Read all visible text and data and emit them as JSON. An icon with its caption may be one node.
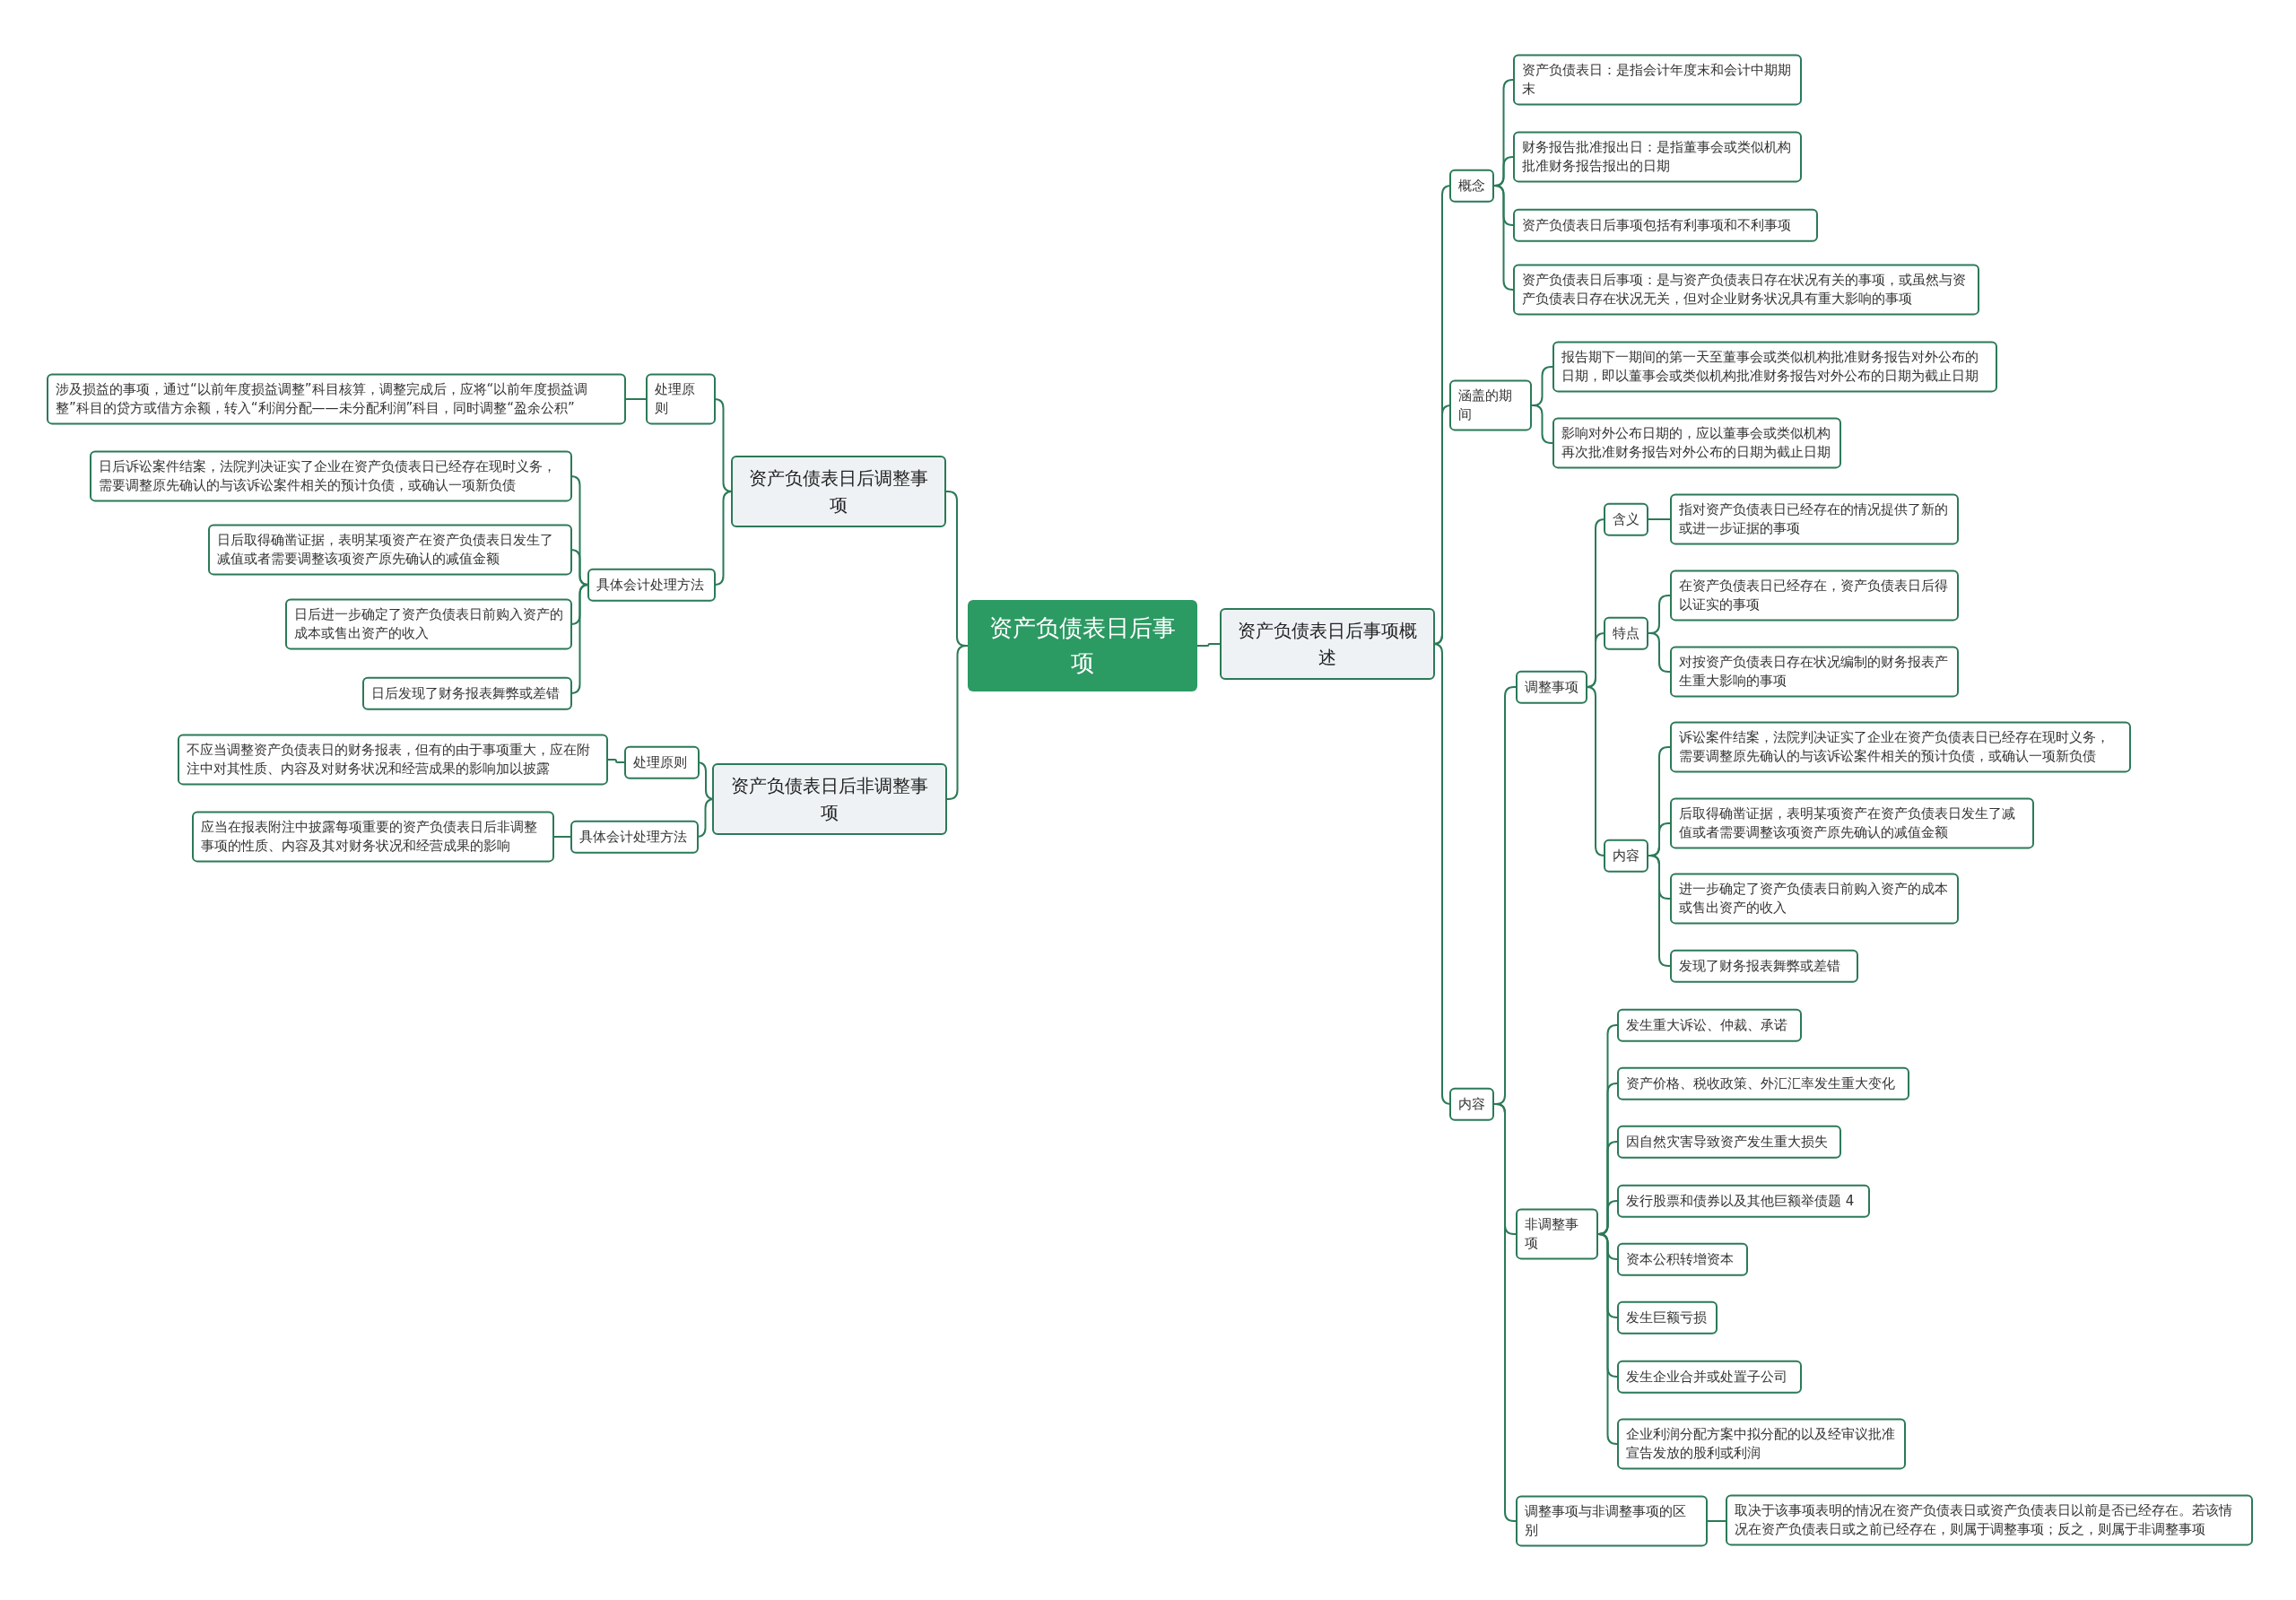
{
  "diagram": {
    "nodes": [
      {
        "text": [
          "资产负债表日后事项"
        ]
      },
      {
        "text": [
          "资产负债表日后调整事项"
        ]
      },
      {
        "text": [
          "处理原则"
        ]
      },
      {
        "text": [
          "涉及损益的事项，通过“以前年度损益调整”科目核算，调整完成后，应将“以前年度损益调整”科目的贷方或借方余额，转入“利润分配——未分配利润”科目，同时调整“盈余公积”"
        ]
      },
      {
        "text": [
          "具体会计处理方法"
        ]
      },
      {
        "text": [
          "日后诉讼案件结案，法院判决证实了企业在资产负债表日已经存在现时义务，需要调整原先确认的与该诉讼案件相关的预计负债，或确认一项新负债"
        ]
      },
      {
        "text": [
          "日后取得确凿证据，表明某项资产在资产负债表日发生了减值或者需要调整该项资产原先确认的减值金额"
        ]
      },
      {
        "text": [
          "日后进一步确定了资产负债表日前购入资产的成本或售出资产的收入"
        ]
      },
      {
        "text": [
          "日后发现了财务报表舞弊或差错"
        ]
      },
      {
        "text": [
          "资产负债表日后非调整事项"
        ]
      },
      {
        "text": [
          "处理原则"
        ]
      },
      {
        "text": [
          "不应当调整资产负债表日的财务报表，但有的由于事项重大，应在附注中对其性质、内容及对财务状况和经营成果的影响加以披露"
        ]
      },
      {
        "text": [
          "具体会计处理方法"
        ]
      },
      {
        "text": [
          "应当在报表附注中披露每项重要的资产负债表日后非调整事项的性质、内容及其对财务状况和经营成果的影响"
        ]
      },
      {
        "text": [
          "资产负债表日后事项概述"
        ]
      },
      {
        "text": [
          "概念"
        ]
      },
      {
        "text": [
          "资产负债表日：是指会计年度末和会计中期期末"
        ]
      },
      {
        "text": [
          "财务报告批准报出日：是指董事会或类似机构批准财务报告报出的日期"
        ]
      },
      {
        "text": [
          "资产负债表日后事项包括有利事项和不利事项"
        ]
      },
      {
        "text": [
          "资产负债表日后事项：是与资产负债表日存在状况有关的事项，或虽然与资产负债表日存在状况无关，但对企业财务状况具有重大影响的事项"
        ]
      },
      {
        "text": [
          "涵盖的期间"
        ]
      },
      {
        "text": [
          "报告期下一期间的第一天至董事会或类似机构批准财务报告对外公布的日期，即以董事会或类似机构批准财务报告对外公布的日期为截止日期"
        ]
      },
      {
        "text": [
          "影响对外公布日期的，应以董事会或类似机构再次批准财务报告对外公布的日期为截止日期"
        ]
      },
      {
        "text": [
          "内容"
        ]
      },
      {
        "text": [
          "调整事项"
        ]
      },
      {
        "text": [
          "含义"
        ]
      },
      {
        "text": [
          "指对资产负债表日已经存在的情况提供了新的或进一步证据的事项"
        ]
      },
      {
        "text": [
          "特点"
        ]
      },
      {
        "text": [
          "在资产负债表日已经存在，资产负债表日后得以证实的事项"
        ]
      },
      {
        "text": [
          "对按资产负债表日存在状况编制的财务报表产生重大影响的事项"
        ]
      },
      {
        "text": [
          "内容"
        ]
      },
      {
        "text": [
          "诉讼案件结案，法院判决证实了企业在资产负债表日已经存在现时义务，需要调整原先确认的与该诉讼案件相关的预计负债，或确认一项新负债"
        ]
      },
      {
        "text": [
          "后取得确凿证据，表明某项资产在资产负债表日发生了减值或者需要调整该项资产原先确认的减值金额"
        ]
      },
      {
        "text": [
          "进一步确定了资产负债表日前购入资产的成本或售出资产的收入"
        ]
      },
      {
        "text": [
          "发现了财务报表舞弊或差错"
        ]
      },
      {
        "text": [
          "非调整事项"
        ]
      },
      {
        "text": [
          "发生重大诉讼、仲裁、承诺"
        ]
      },
      {
        "text": [
          "资产价格、税收政策、外汇汇率发生重大变化"
        ]
      },
      {
        "text": [
          "因自然灾害导致资产发生重大损失"
        ]
      },
      {
        "text": [
          "发行股票和债券以及其他巨额举债题 4"
        ]
      },
      {
        "text": [
          "资本公积转增资本"
        ]
      },
      {
        "text": [
          "发生巨额亏损"
        ]
      },
      {
        "text": [
          "发生企业合并或处置子公司"
        ]
      },
      {
        "text": [
          "企业利润分配方案中拟分配的以及经审议批准宣告发放的股利或利润"
        ]
      },
      {
        "text": [
          "调整事项与非调整事项的区别"
        ]
      },
      {
        "text": [
          "取决于该事项表明的情况在资产负债表日或资产负债表日以前是否已经存在。若该情况在资产负债表日或之前已经存在，则属于调整事项；反之，则属于非调整事项"
        ]
      }
    ],
    "edges": [
      {
        "from": 0,
        "to": 1,
        "arrow": "none"
      },
      {
        "from": 1,
        "to": 2,
        "arrow": "none"
      },
      {
        "from": 2,
        "to": 3,
        "arrow": "none"
      },
      {
        "from": 1,
        "to": 4,
        "arrow": "none"
      },
      {
        "from": 4,
        "to": 5,
        "arrow": "none"
      },
      {
        "from": 4,
        "to": 6,
        "arrow": "none"
      },
      {
        "from": 4,
        "to": 7,
        "arrow": "none"
      },
      {
        "from": 4,
        "to": 8,
        "arrow": "none"
      },
      {
        "from": 0,
        "to": 9,
        "arrow": "none"
      },
      {
        "from": 9,
        "to": 10,
        "arrow": "none"
      },
      {
        "from": 10,
        "to": 11,
        "arrow": "none"
      },
      {
        "from": 9,
        "to": 12,
        "arrow": "none"
      },
      {
        "from": 12,
        "to": 13,
        "arrow": "none"
      },
      {
        "from": 0,
        "to": 14,
        "arrow": "none"
      },
      {
        "from": 14,
        "to": 15,
        "arrow": "none"
      },
      {
        "from": 15,
        "to": 16,
        "arrow": "none"
      },
      {
        "from": 15,
        "to": 17,
        "arrow": "none"
      },
      {
        "from": 15,
        "to": 18,
        "arrow": "none"
      },
      {
        "from": 15,
        "to": 19,
        "arrow": "none"
      },
      {
        "from": 14,
        "to": 20,
        "arrow": "none"
      },
      {
        "from": 20,
        "to": 21,
        "arrow": "none"
      },
      {
        "from": 20,
        "to": 22,
        "arrow": "none"
      },
      {
        "from": 14,
        "to": 23,
        "arrow": "none"
      },
      {
        "from": 23,
        "to": 24,
        "arrow": "none"
      },
      {
        "from": 24,
        "to": 25,
        "arrow": "none"
      },
      {
        "from": 25,
        "to": 26,
        "arrow": "none"
      },
      {
        "from": 24,
        "to": 27,
        "arrow": "none"
      },
      {
        "from": 27,
        "to": 28,
        "arrow": "none"
      },
      {
        "from": 27,
        "to": 29,
        "arrow": "none"
      },
      {
        "from": 24,
        "to": 30,
        "arrow": "none"
      },
      {
        "from": 30,
        "to": 31,
        "arrow": "none"
      },
      {
        "from": 30,
        "to": 32,
        "arrow": "none"
      },
      {
        "from": 30,
        "to": 33,
        "arrow": "none"
      },
      {
        "from": 30,
        "to": 34,
        "arrow": "none"
      },
      {
        "from": 23,
        "to": 35,
        "arrow": "none"
      },
      {
        "from": 35,
        "to": 36,
        "arrow": "none"
      },
      {
        "from": 35,
        "to": 37,
        "arrow": "none"
      },
      {
        "from": 35,
        "to": 38,
        "arrow": "none"
      },
      {
        "from": 35,
        "to": 39,
        "arrow": "none"
      },
      {
        "from": 35,
        "to": 40,
        "arrow": "none"
      },
      {
        "from": 35,
        "to": 41,
        "arrow": "none"
      },
      {
        "from": 35,
        "to": 42,
        "arrow": "none"
      },
      {
        "from": 35,
        "to": 43,
        "arrow": "none"
      },
      {
        "from": 23,
        "to": 44,
        "arrow": "none"
      },
      {
        "from": 44,
        "to": 45,
        "arrow": "none"
      }
    ]
  }
}
